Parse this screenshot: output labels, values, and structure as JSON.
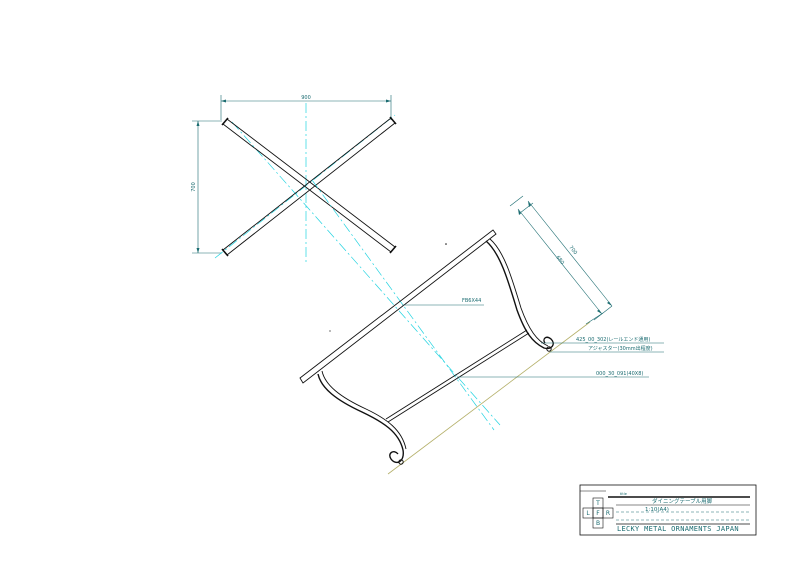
{
  "colors": {
    "line": "#111111",
    "dimension": "#1a6b70",
    "centerline": "#22d3e0",
    "floor": "#b5b06a",
    "background": "#ffffff"
  },
  "top_view": {
    "width_dim": "900",
    "depth_dim": "700"
  },
  "side_view": {
    "height_dim_outer": "700",
    "height_dim_inner": "680",
    "callouts": {
      "top_bar": "FB6X44",
      "foot_part": "425_00_302(レールエンド通用)",
      "adjuster": "アジャスター(30mm出程度)",
      "stretcher": "000_30_091(40X8)"
    }
  },
  "title_block": {
    "label_title": "title",
    "title": "ダイニングテーブル用脚",
    "scale": "1:10(A4)",
    "view_letters": [
      "T",
      "L",
      "F",
      "R",
      "B"
    ],
    "company": "LECKY METAL ORNAMENTS JAPAN"
  }
}
